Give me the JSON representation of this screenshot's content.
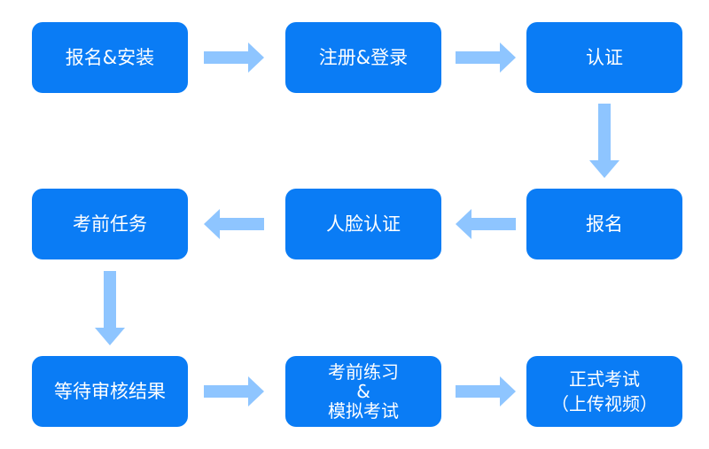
{
  "colors": {
    "box": "#0a7cf5",
    "text": "#ffffff",
    "arrow": "#8ec5ff"
  },
  "steps": {
    "signup_install": "报名&安装",
    "register_login": "注册&登录",
    "certify": "认证",
    "enroll": "报名",
    "face_certify": "人脸认证",
    "pre_exam_tasks": "考前任务",
    "await_review": "等待审核结果",
    "practice": {
      "line1": "考前练习",
      "line2": "&",
      "line3": "模拟考试"
    },
    "formal_exam": {
      "line1": "正式考试",
      "line2": "（上传视频）"
    }
  }
}
